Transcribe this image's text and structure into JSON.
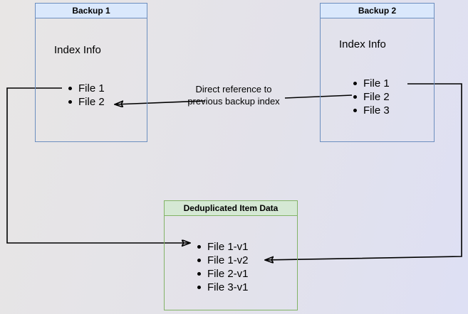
{
  "backup1": {
    "title": "Backup 1",
    "subtitle": "Index Info",
    "files": [
      "File 1",
      "File 2"
    ]
  },
  "backup2": {
    "title": "Backup 2",
    "subtitle": "Index Info",
    "files": [
      "File 1",
      "File 2",
      "File 3"
    ]
  },
  "dedup": {
    "title": "Deduplicated Item Data",
    "files": [
      "File 1-v1",
      "File 1-v2",
      "File 2-v1",
      "File 3-v1"
    ]
  },
  "annotation": {
    "line1": "Direct reference to",
    "line2": "previous backup index"
  },
  "colors": {
    "blue_border": "#6c8ebf",
    "blue_header_fill": "#dae8fc",
    "green_border": "#82b366",
    "green_header_fill": "#d5e8d4",
    "arrow": "#000000",
    "canvas_top_left": "#e8e6e5",
    "canvas_bottom_right": "#dee0f4"
  }
}
